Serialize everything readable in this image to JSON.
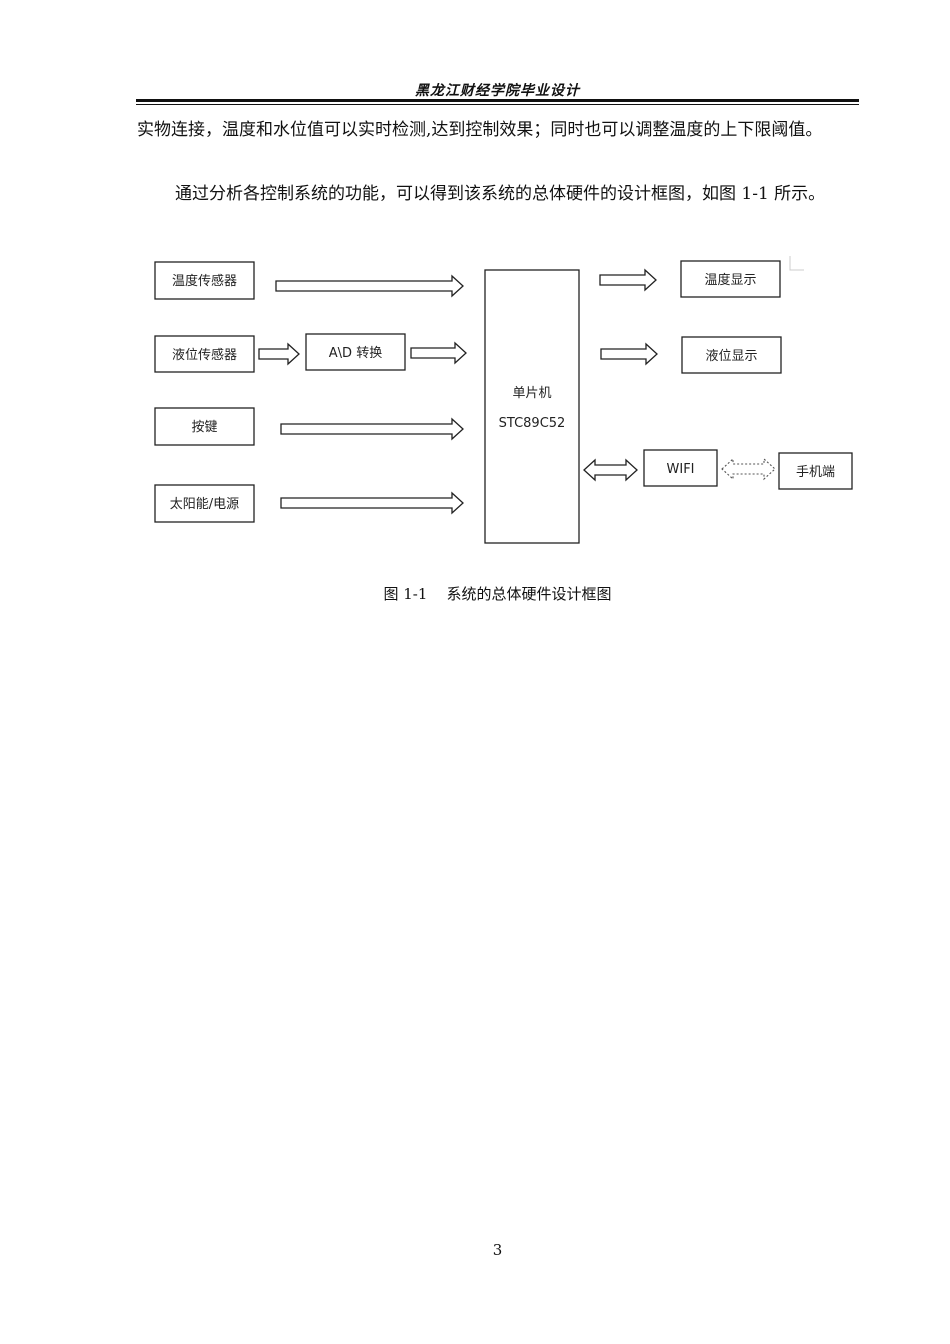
{
  "header": {
    "title": "黑龙江财经学院毕业设计"
  },
  "paragraphs": [
    "实物连接，温度和水位值可以实时检测,达到控制效果；同时也可以调整温度的上下限阈值。",
    "通过分析各控制系统的功能，可以得到该系统的总体硬件的设计框图，如图 1-1 所示。"
  ],
  "diagram": {
    "temp_sensor": "温度传感器",
    "level_sensor": "液位传感器",
    "ad_converter": "A\\D 转换",
    "keys": "按键",
    "power": "太阳能/电源",
    "mcu_name": "单片机",
    "mcu_model": "STC89C52",
    "temp_display": "温度显示",
    "level_display": "液位显示",
    "wifi": "WIFI",
    "phone": "手机端"
  },
  "caption": {
    "text": "图 1-1    系统的总体硬件设计框图"
  },
  "footer": {
    "page_number": "3"
  }
}
